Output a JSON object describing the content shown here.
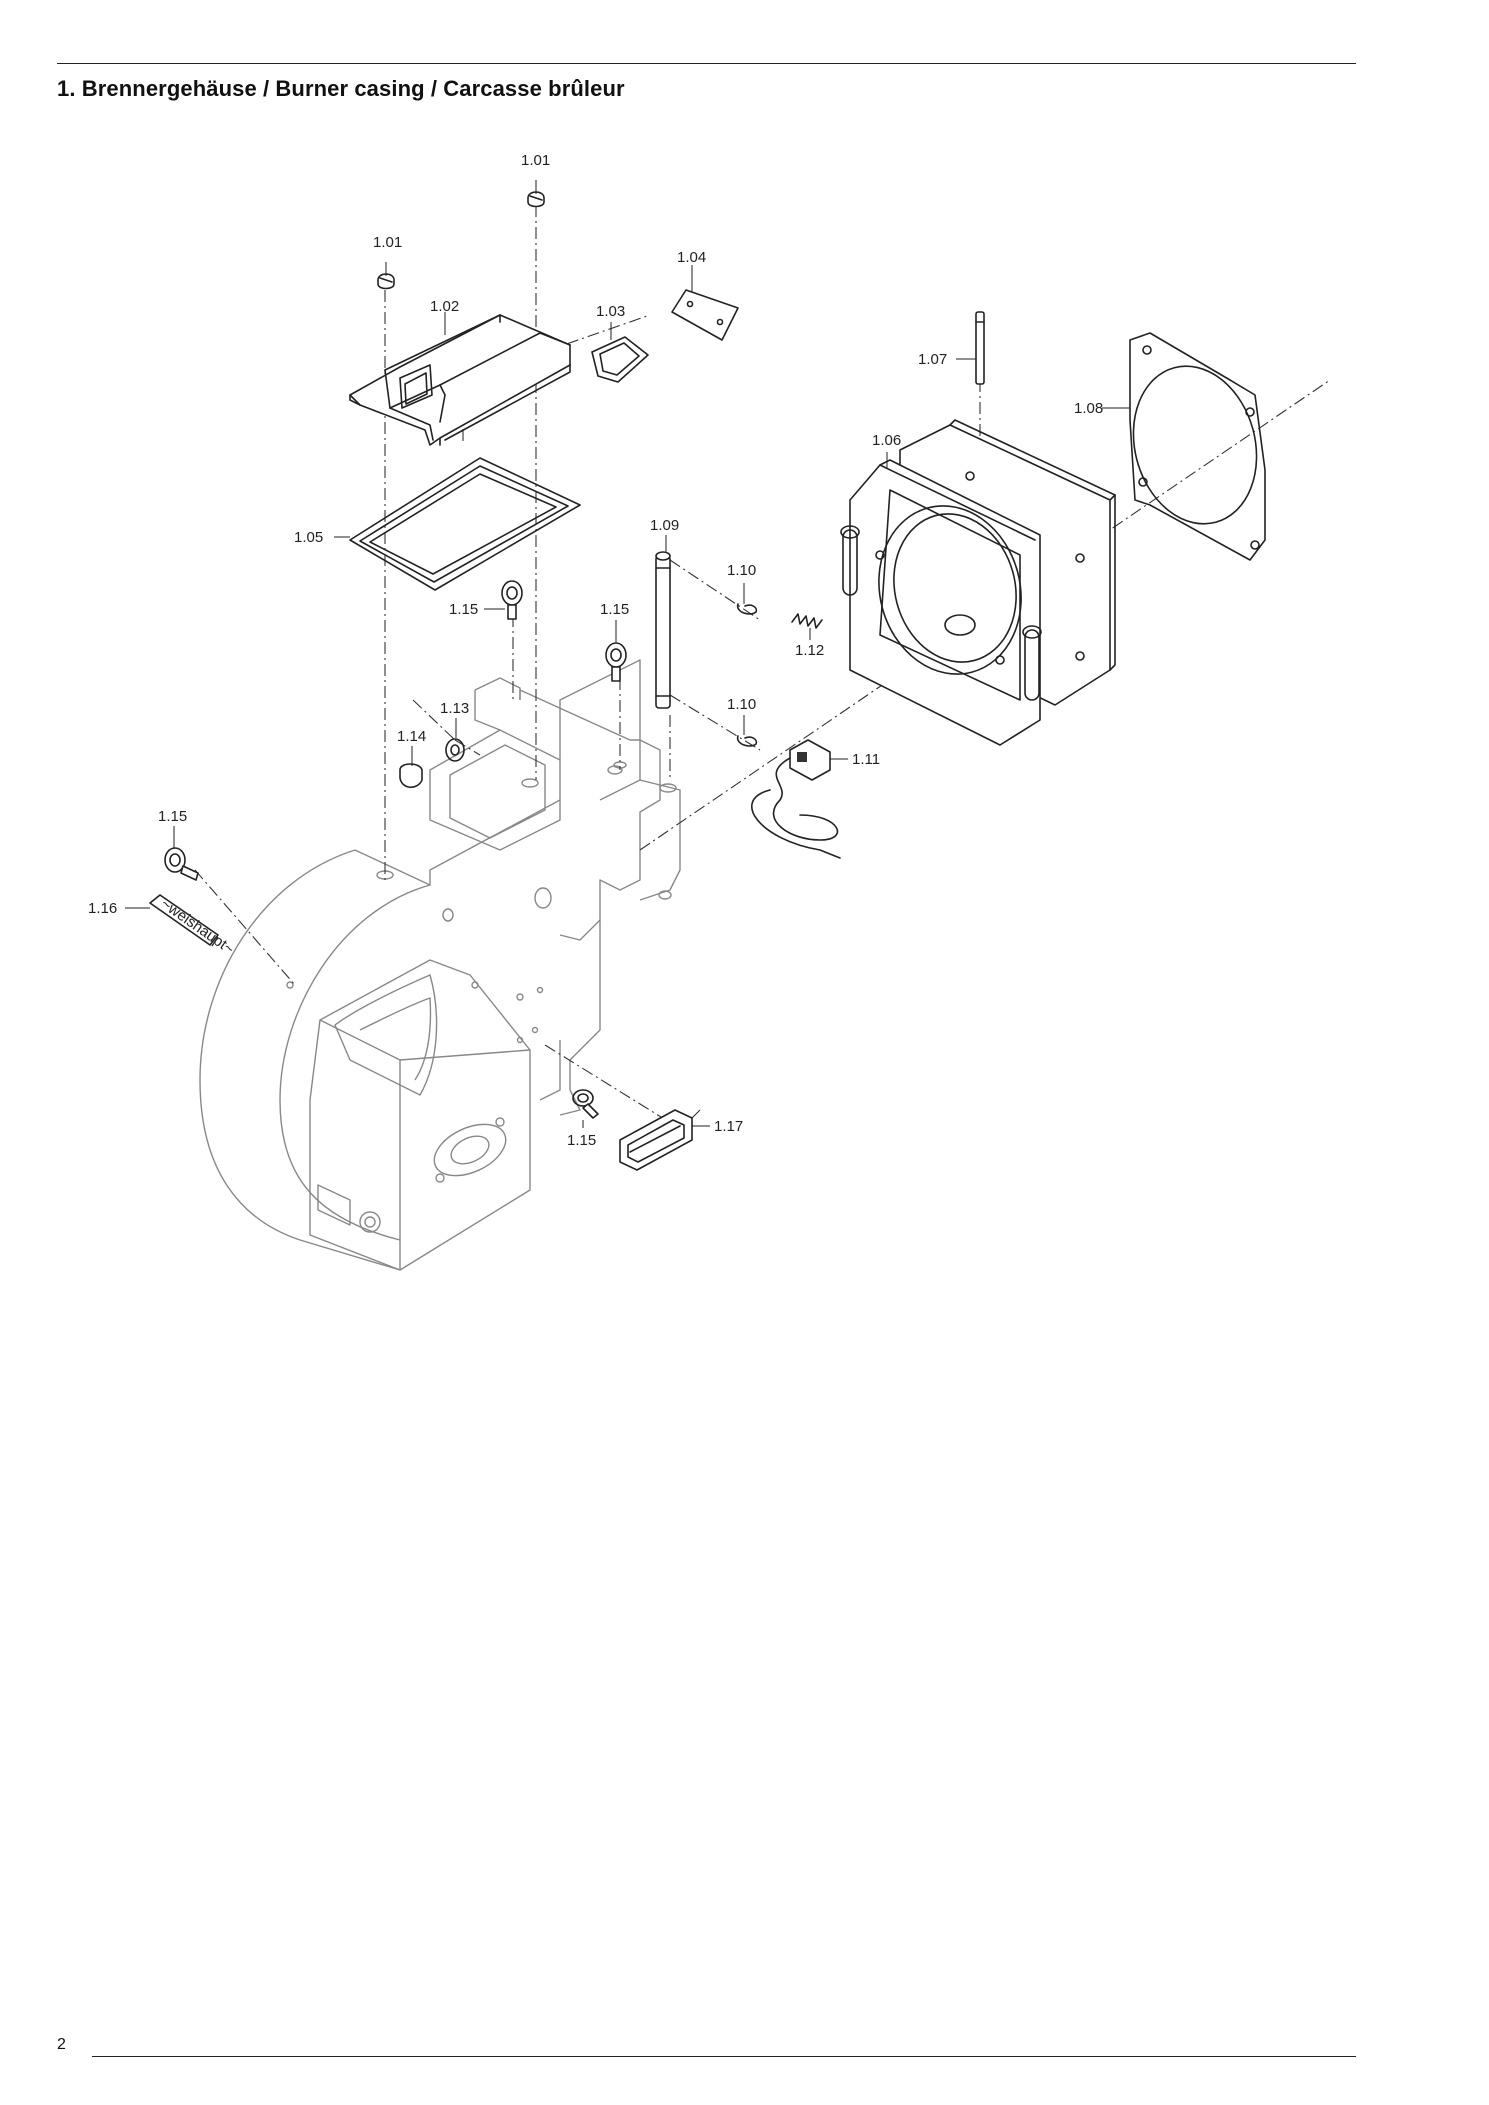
{
  "header": {
    "title": "1. Brennergehäuse / Burner casing / Carcasse brûleur"
  },
  "footer": {
    "page_number": "2"
  },
  "diagram": {
    "callouts": {
      "c101a": "1.01",
      "c101b": "1.01",
      "c102": "1.02",
      "c103": "1.03",
      "c104": "1.04",
      "c105": "1.05",
      "c106": "1.06",
      "c107": "1.07",
      "c108": "1.08",
      "c109": "1.09",
      "c110a": "1.10",
      "c110b": "1.10",
      "c111": "1.11",
      "c112": "1.12",
      "c113": "1.13",
      "c114": "1.14",
      "c115a": "1.15",
      "c115b": "1.15",
      "c115c": "1.15",
      "c115d": "1.15",
      "c116": "1.16",
      "c117": "1.17"
    },
    "nameplate_text": "~weishaupt~"
  }
}
